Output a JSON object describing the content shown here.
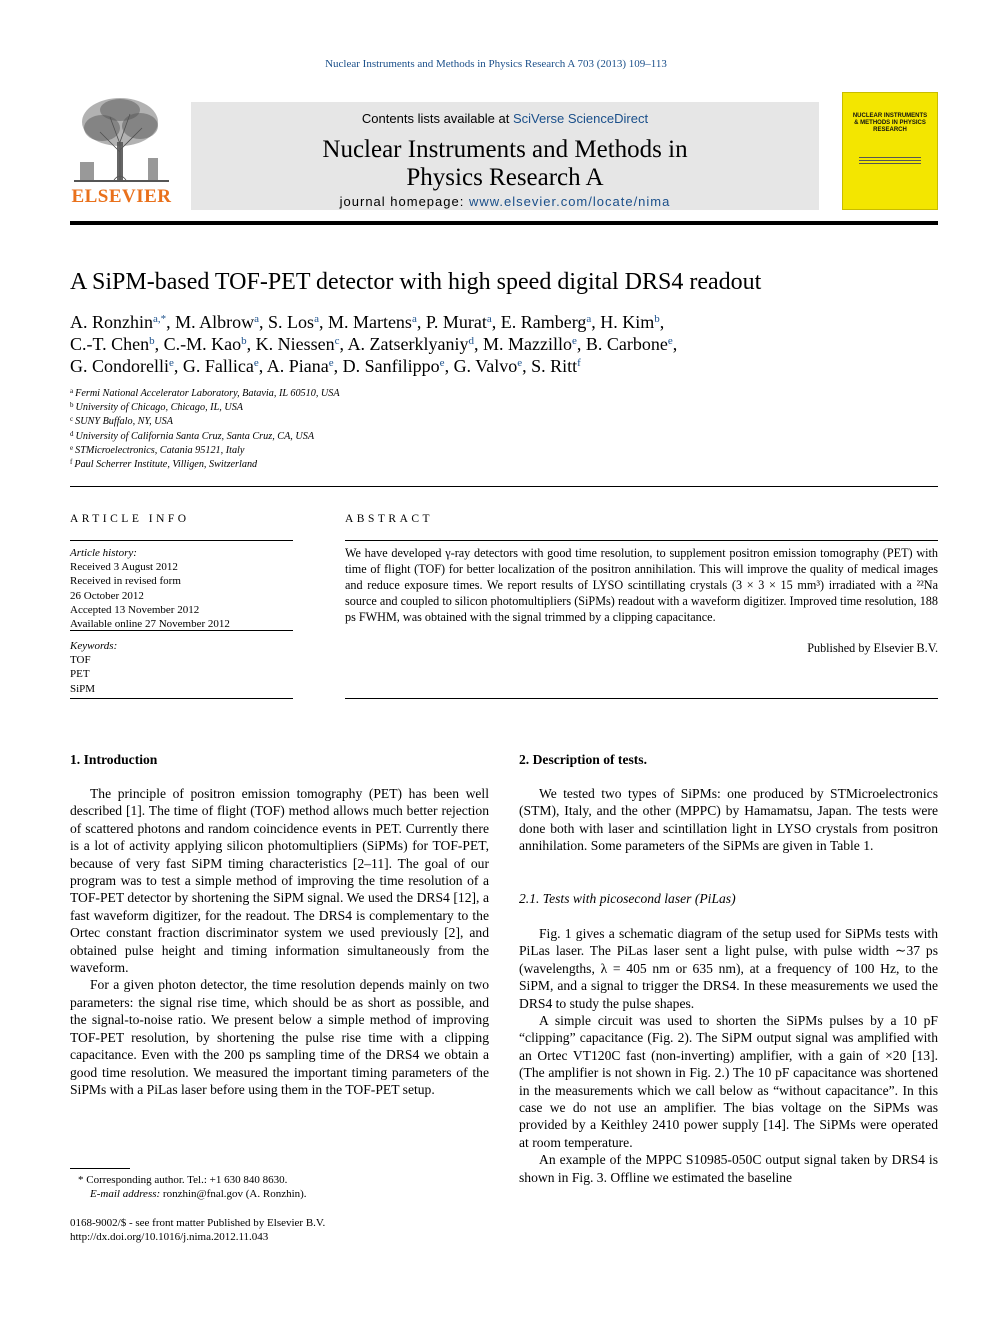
{
  "header": {
    "citation": "Nuclear Instruments and Methods in Physics Research A 703 (2013) 109–113",
    "contents_prefix": "Contents lists available at ",
    "contents_link": "SciVerse ScienceDirect",
    "journal_line1": "Nuclear Instruments and Methods in",
    "journal_line2": "Physics Research A",
    "homepage_prefix": "journal homepage: ",
    "homepage_url": "www.elsevier.com/locate/nima",
    "publisher_logo_text": "ELSEVIER",
    "cover_text": "NUCLEAR INSTRUMENTS & METHODS IN PHYSICS RESEARCH"
  },
  "article": {
    "title": "A SiPM-based TOF-PET detector with high speed digital DRS4 readout",
    "authors_line1": [
      {
        "name": "A. Ronzhin",
        "sup": "a,*",
        "sep": ", "
      },
      {
        "name": "M. Albrow",
        "sup": "a",
        "sep": ", "
      },
      {
        "name": "S. Los",
        "sup": "a",
        "sep": ", "
      },
      {
        "name": "M. Martens",
        "sup": "a",
        "sep": ", "
      },
      {
        "name": "P. Murat",
        "sup": "a",
        "sep": ", "
      },
      {
        "name": "E. Ramberg",
        "sup": "a",
        "sep": ", "
      },
      {
        "name": "H. Kim",
        "sup": "b",
        "sep": ","
      }
    ],
    "authors_line2": [
      {
        "name": "C.-T. Chen",
        "sup": "b",
        "sep": ", "
      },
      {
        "name": "C.-M. Kao",
        "sup": "b",
        "sep": ", "
      },
      {
        "name": "K. Niessen",
        "sup": "c",
        "sep": ", "
      },
      {
        "name": "A. Zatserklyaniy",
        "sup": "d",
        "sep": ", "
      },
      {
        "name": "M. Mazzillo",
        "sup": "e",
        "sep": ", "
      },
      {
        "name": "B. Carbone",
        "sup": "e",
        "sep": ","
      }
    ],
    "authors_line3": [
      {
        "name": "G. Condorelli",
        "sup": "e",
        "sep": ", "
      },
      {
        "name": "G. Fallica",
        "sup": "e",
        "sep": ", "
      },
      {
        "name": "A. Piana",
        "sup": "e",
        "sep": ", "
      },
      {
        "name": "D. Sanfilippo",
        "sup": "e",
        "sep": ", "
      },
      {
        "name": "G. Valvo",
        "sup": "e",
        "sep": ", "
      },
      {
        "name": "S. Ritt",
        "sup": "f",
        "sep": ""
      }
    ],
    "affiliations": [
      {
        "key": "a",
        "text": "Fermi National Accelerator Laboratory, Batavia, IL 60510, USA"
      },
      {
        "key": "b",
        "text": "University of Chicago, Chicago, IL, USA"
      },
      {
        "key": "c",
        "text": "SUNY Buffalo, NY, USA"
      },
      {
        "key": "d",
        "text": "University of California Santa Cruz, Santa Cruz, CA, USA"
      },
      {
        "key": "e",
        "text": "STMicroelectronics, Catania 95121, Italy"
      },
      {
        "key": "f",
        "text": "Paul Scherrer Institute, Villigen, Switzerland"
      }
    ]
  },
  "article_info": {
    "heading": "ARTICLE INFO",
    "history_label": "Article history:",
    "history": [
      "Received 3 August 2012",
      "Received in revised form",
      "26 October 2012",
      "Accepted 13 November 2012",
      "Available online 27 November 2012"
    ],
    "keywords_label": "Keywords:",
    "keywords": [
      "TOF",
      "PET",
      "SiPM"
    ]
  },
  "abstract": {
    "heading": "ABSTRACT",
    "text": "We have developed γ-ray detectors with good time resolution, to supplement positron emission tomography (PET) with time of flight (TOF) for better localization of the positron annihilation. This will improve the quality of medical images and reduce exposure times. We report results of LYSO scintillating crystals (3 × 3 × 15 mm³) irradiated with a ²²Na source and coupled to silicon photomultipliers (SiPMs) readout with a waveform digitizer. Improved time resolution, 188 ps FWHM, was obtained with the signal trimmed by a clipping capacitance.",
    "published": "Published by Elsevier B.V."
  },
  "body": {
    "sec1_heading": "1.  Introduction",
    "sec1_p1": "The principle of positron emission tomography (PET) has been well described [1]. The time of flight (TOF) method allows much better rejection of scattered photons and random coincidence events in PET. Currently there is a lot of activity applying silicon photomultipliers (SiPMs) for TOF-PET, because of very fast SiPM timing characteristics [2–11]. The goal of our program was to test a simple method of improving the time resolution of a TOF-PET detector by shortening the SiPM signal. We used the DRS4 [12], a fast waveform digitizer, for the readout. The DRS4 is complementary to the Ortec constant fraction discriminator system we used previously [2], and obtained pulse height and timing information simultaneously from the waveform.",
    "sec1_p2": "For a given photon detector, the time resolution depends mainly on two parameters: the signal rise time, which should be as short as possible, and the signal-to-noise ratio. We present below a simple method of improving TOF-PET resolution, by shortening the pulse rise time with a clipping capacitance. Even with the 200 ps sampling time of the DRS4 we obtain a good time resolution. We measured the important timing parameters of the SiPMs with a PiLas laser before using them in the TOF-PET setup.",
    "sec2_heading": "2.  Description of tests.",
    "sec2_p1": "We tested two types of SiPMs: one produced by STMicroelectronics (STM), Italy, and the other (MPPC) by Hamamatsu, Japan. The tests were done both with laser and scintillation light in LYSO crystals from positron annihilation. Some parameters of the SiPMs are given in Table 1.",
    "sec21_heading": "2.1.  Tests with picosecond laser (PiLas)",
    "sec21_p1": "Fig. 1 gives a schematic diagram of the setup used for SiPMs tests with PiLas laser. The PiLas laser sent a light pulse, with pulse width ∼37 ps (wavelengths, λ = 405 nm or 635 nm), at a frequency of 100 Hz, to the SiPM, and a signal to trigger the DRS4. In these measurements we used the DRS4 to study the pulse shapes.",
    "sec21_p2": "A simple circuit was used to shorten the SiPMs pulses by a 10 pF “clipping” capacitance (Fig. 2). The SiPM output signal was amplified with an Ortec VT120C fast (non-inverting) amplifier, with a gain of ×20 [13]. (The amplifier is not shown in Fig. 2.) The 10 pF capacitance was shortened in the measurements which we call below as “without capacitance”. In this case we do not use an amplifier. The bias voltage on the SiPMs was provided by a Keithley 2410 power supply [14]. The SiPMs were operated at room temperature.",
    "sec21_p3": "An example of the MPPC S10985-050C output signal taken by DRS4 is shown in Fig. 3. Offline we estimated the baseline"
  },
  "footnotes": {
    "corresponding": "* Corresponding author. Tel.: +1 630 840 8630.",
    "email_label": "E-mail address:",
    "email": " ronzhin@fnal.gov (A. Ronzhin).",
    "issn": "0168-9002/$ - see front matter Published by Elsevier B.V.",
    "doi": "http://dx.doi.org/10.1016/j.nima.2012.11.043"
  }
}
